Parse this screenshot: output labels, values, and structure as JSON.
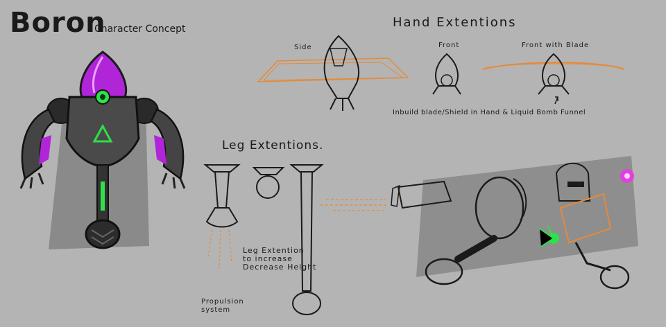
{
  "title": "Boron",
  "subtitle": "Character Concept",
  "hand_section": {
    "heading": "Hand Extentions",
    "side_label": "Side",
    "front_label": "Front",
    "front_blade_label": "Front with Blade",
    "note": "Inbuild blade/Shield in Hand & Liquid Bomb Funnel"
  },
  "leg_section": {
    "heading": "Leg Extentions.",
    "extension_note": "Leg Extention\nto increase\nDecrease Height",
    "propulsion_note": "Propulsion\nsystem"
  },
  "colors": {
    "background": "#b4b4b4",
    "shadow_panel": "#8a8a8a",
    "body_dark": "#3a3a3a",
    "head_purple": "#b025d8",
    "eye_green": "#2ee04a",
    "sketch_orange": "#e58a3a",
    "magic_pink": "#e040e0"
  }
}
